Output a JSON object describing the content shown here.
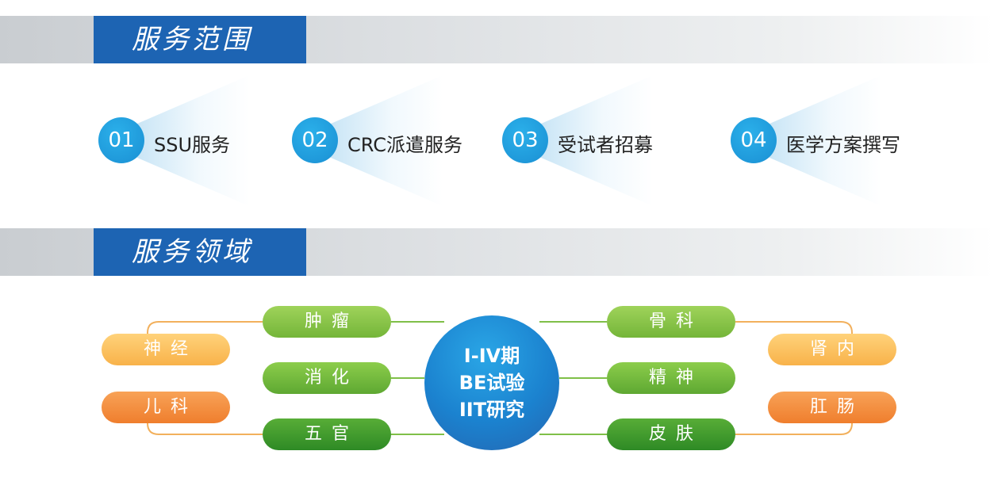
{
  "sections": {
    "scope_title": "服务范围",
    "domain_title": "服务领域"
  },
  "services": [
    {
      "num": "01",
      "label": "SSU服务"
    },
    {
      "num": "02",
      "label": "CRC派遣服务"
    },
    {
      "num": "03",
      "label": "受试者招募"
    },
    {
      "num": "04",
      "label": "医学方案撰写"
    }
  ],
  "hub": {
    "line1": "I-IV期",
    "line2": "BE试验",
    "line3": "IIT研究"
  },
  "domains": {
    "left_inner": [
      "肿瘤",
      "消化",
      "五官"
    ],
    "left_outer": [
      "神经",
      "儿科"
    ],
    "right_inner": [
      "骨科",
      "精神",
      "皮肤"
    ],
    "right_outer": [
      "肾内",
      "肛肠"
    ]
  },
  "colors": {
    "brand_blue": "#1d64b3",
    "service_circle": "#1a8fd3",
    "green": "#74b539",
    "orange": "#f8b24a"
  }
}
